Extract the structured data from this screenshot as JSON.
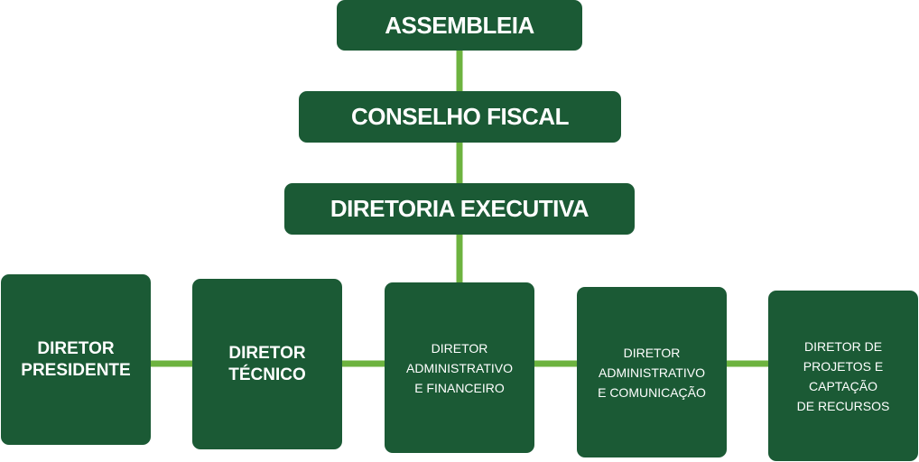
{
  "org_chart": {
    "top_levels": [
      {
        "id": "assembleia",
        "label": "ASSEMBLEIA"
      },
      {
        "id": "conselho",
        "label": "CONSELHO FISCAL"
      },
      {
        "id": "diretoria",
        "label": "DIRETORIA EXECUTIVA"
      }
    ],
    "directors": [
      {
        "id": "dir-pres",
        "label": "DIRETOR\nPRESIDENTE"
      },
      {
        "id": "dir-tec",
        "label": "DIRETOR\nTÉCNICO"
      },
      {
        "id": "dir-adm-fin",
        "label": "DIRETOR\nADMINISTRATIVO\nE FINANCEIRO"
      },
      {
        "id": "dir-adm-com",
        "label": "DIRETOR\nADMINISTRATIVO\nE COMUNICAÇÃO"
      },
      {
        "id": "dir-proj",
        "label": "DIRETOR DE\nPROJETOS E\nCAPTAÇÃO\nDE RECURSOS"
      }
    ]
  },
  "colors": {
    "box_fill": "#1b5a35",
    "box_text": "#ffffff",
    "connector": "#6db33f"
  }
}
